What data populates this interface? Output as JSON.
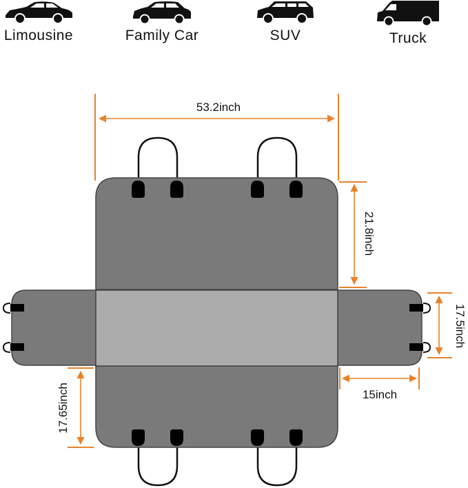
{
  "vehicles": [
    {
      "label": "Limousine",
      "icon": "sedan-icon"
    },
    {
      "label": "Family Car",
      "icon": "hatchback-icon"
    },
    {
      "label": "SUV",
      "icon": "suv-icon"
    },
    {
      "label": "Truck",
      "icon": "van-icon"
    }
  ],
  "dimensions": {
    "top_width": "53.2inch",
    "back_height": "21.8inch",
    "flap_height": "17.5inch",
    "flap_width": "15inch",
    "front_height": "17.65inch"
  },
  "colors": {
    "cover_dark": "#7a7a7a",
    "cover_center": "#acacac",
    "dimension_line": "#e8822a",
    "strap": "#111111"
  }
}
